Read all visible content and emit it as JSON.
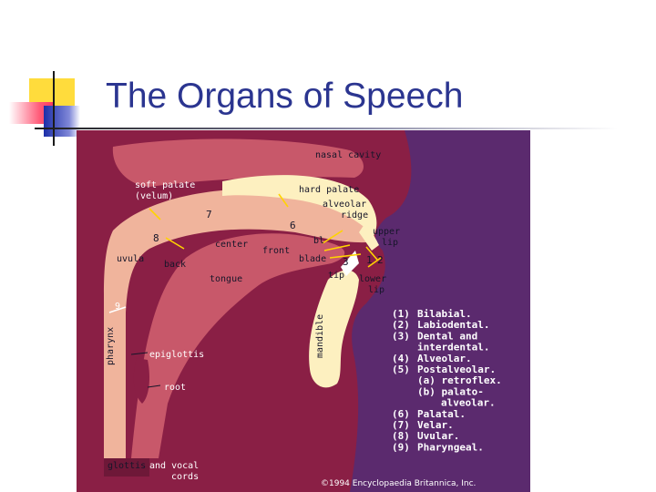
{
  "slide": {
    "title": "The Organs of Speech"
  },
  "colors": {
    "title": "#2b3590",
    "background_panel": "#5b2a6e",
    "tract_dark": "#8a1f45",
    "tract_mid": "#c8586a",
    "tract_light": "#f0b49c",
    "bone": "#fdf0c0",
    "arrow": "#ffd400"
  },
  "diagram": {
    "labels": {
      "nasal_cavity": "nasal cavity",
      "soft_palate": "soft palate",
      "velum": "(velum)",
      "hard_palate": "hard palate",
      "alveolar": "alveolar",
      "ridge": "ridge",
      "upper": "upper",
      "upper_lip": "lip",
      "uvula": "uvula",
      "center": "center",
      "front": "front",
      "back": "back",
      "blade": "blade",
      "bl": "bl",
      "tongue": "tongue",
      "tip": "tip",
      "lower": "lower",
      "lower_lip": "lip",
      "pharynx": "pharynx",
      "epiglottis": "epiglottis",
      "root": "root",
      "mandible": "mandible",
      "glottis": "glottis",
      "and_vocal": "and vocal",
      "cords": "cords"
    },
    "numbers": {
      "n1": "1",
      "n2": "2",
      "n3": "3",
      "n6": "6",
      "n7": "7",
      "n8": "8",
      "n9": "9"
    },
    "legend": [
      {
        "num": "(1)",
        "text": "Bilabial."
      },
      {
        "num": "(2)",
        "text": "Labiodental."
      },
      {
        "num": "(3)",
        "text": "Dental and"
      },
      {
        "num": "",
        "text": "interdental."
      },
      {
        "num": "(4)",
        "text": "Alveolar."
      },
      {
        "num": "(5)",
        "text": "Postalveolar."
      },
      {
        "num": "",
        "text": "(a) retroflex."
      },
      {
        "num": "",
        "text": "(b) palato-"
      },
      {
        "num": "",
        "text": "alveolar."
      },
      {
        "num": "(6)",
        "text": "Palatal."
      },
      {
        "num": "(7)",
        "text": "Velar."
      },
      {
        "num": "(8)",
        "text": "Uvular."
      },
      {
        "num": "(9)",
        "text": "Pharyngeal."
      }
    ],
    "copyright": "©1994 Encyclopaedia Britannica, Inc."
  }
}
